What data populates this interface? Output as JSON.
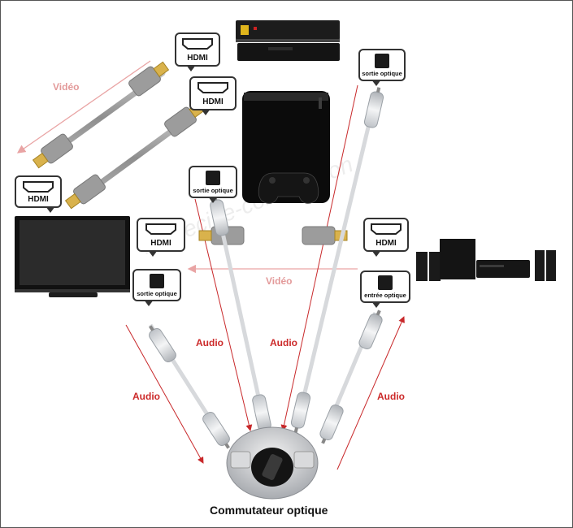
{
  "title": "Commutateur optique",
  "labels": {
    "video_top": "Vidéo",
    "video_mid": "Vidéo",
    "audio_left": "Audio",
    "audio_mid_left": "Audio",
    "audio_mid_right": "Audio",
    "audio_right": "Audio"
  },
  "tags": {
    "hdmi": "HDMI",
    "sortie_optique": "sortie optique",
    "entree_optique": "entrée optique"
  },
  "watermark": "homecine-compagnon",
  "colors": {
    "audio_arrow": "#c8282a",
    "video_arrow": "#e9a4a4",
    "cable": "#a9a9a9"
  }
}
